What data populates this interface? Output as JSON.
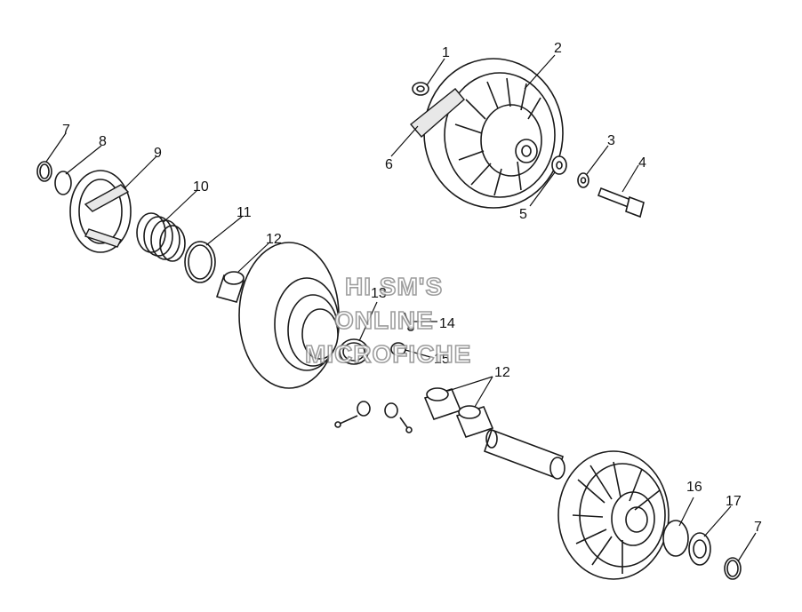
{
  "watermark": {
    "line1": "HI SM'S",
    "line2": "ONLINE",
    "line3": "MICROFICHE"
  },
  "callouts": [
    "1",
    "2",
    "3",
    "4",
    "5",
    "6",
    "7",
    "8",
    "9",
    "10",
    "11",
    "12",
    "13",
    "14",
    "15",
    "12",
    "16",
    "17",
    "7"
  ]
}
